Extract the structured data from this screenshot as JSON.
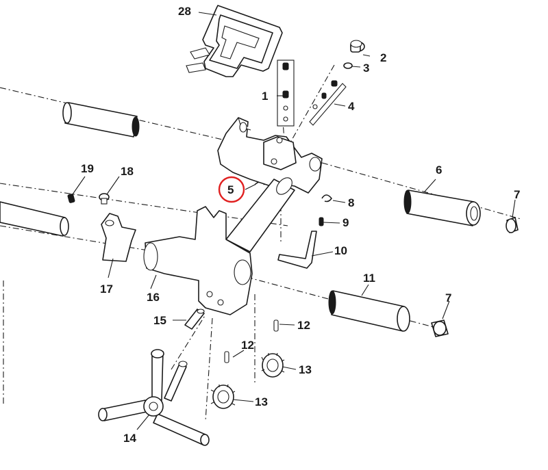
{
  "colors": {
    "ink": "#1a1a1a",
    "highlight": "#e02020",
    "background": "#ffffff"
  },
  "callouts": {
    "c1": "1",
    "c2": "2",
    "c3": "3",
    "c4": "4",
    "c5": "5",
    "c6": "6",
    "c7a": "7",
    "c7b": "7",
    "c8": "8",
    "c9": "9",
    "c10": "10",
    "c11": "11",
    "c12a": "12",
    "c12b": "12",
    "c13a": "13",
    "c13b": "13",
    "c14": "14",
    "c15": "15",
    "c16": "16",
    "c17": "17",
    "c18": "18",
    "c19": "19",
    "c28": "28"
  },
  "highlighted_callout": "5"
}
